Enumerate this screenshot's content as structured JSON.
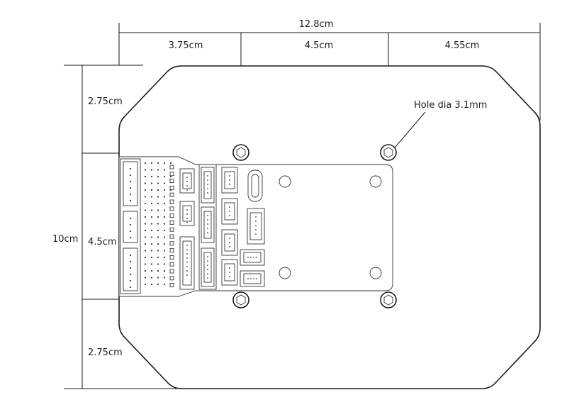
{
  "dimensions": {
    "total_width": "12.8cm",
    "seg_left": "3.75cm",
    "seg_mid": "4.5cm",
    "seg_right": "4.55cm",
    "total_height": "10cm",
    "seg_top": "2.75cm",
    "seg_mid_v": "4.5cm",
    "seg_bottom": "2.75cm"
  },
  "callout": {
    "hole_label": "Hole dia 3.1mm"
  },
  "colors": {
    "line": "#1a1a1a",
    "background": "#ffffff"
  }
}
